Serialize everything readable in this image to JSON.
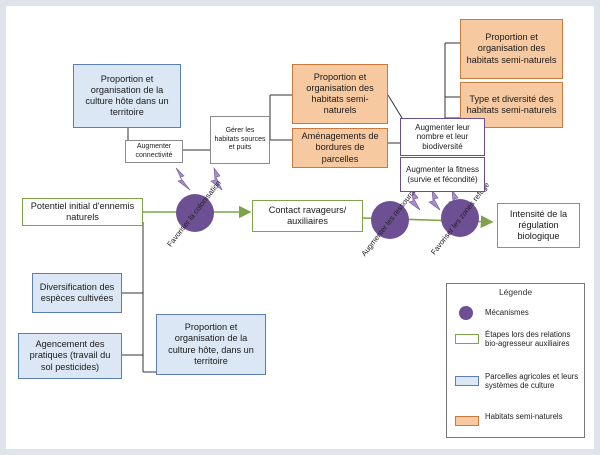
{
  "nodes": {
    "blue_top": "Proportion et organisation de la culture hôte dans un territoire",
    "augmenter_connectivite": "Augmenter connectivité",
    "gerer_habitats": "Gérer les habitats sources et puits",
    "orange_mid": "Proportion et organisation des habitats semi-naturels",
    "amenagements": "Aménagements de bordures de parcelles",
    "orange_top_right": "Proportion et organisation des habitats semi-naturels",
    "type_diversite": "Type et diversité des habitats semi-naturels",
    "augmenter_nombre": "Augmenter leur nombre et leur biodiversité",
    "augmenter_fitness": "Augmenter la fitness (survie et fécondité)",
    "potentiel": "Potentiel initial d'ennemis naturels",
    "contact": "Contact ravageurs/ auxiliaires",
    "intensite": "Intensité de la régulation biologique",
    "diversification": "Diversification des espèces cultivées",
    "agencement": "Agencement des pratiques (travail du sol pesticides)",
    "blue_bottom": "Proportion et organisation de la culture hôte, dans un territoire"
  },
  "mechanisms": {
    "m1": "Favoriser la colonisation",
    "m2": "Augmenter les ressources",
    "m3": "Favoriser les zones refuge"
  },
  "legend": {
    "title": "Légende",
    "items": [
      {
        "label": "Mécanismes"
      },
      {
        "label": "Étapes lors des relations bio-agresseur auxiliaires"
      },
      {
        "label": "Parcelles agricoles et leurs systèmes de culture"
      },
      {
        "label": "Habitats semi-naturels"
      }
    ]
  },
  "colors": {
    "mechanism": "#6d4f94",
    "lightning": "#a68fc9",
    "green_border": "#7ea34a",
    "blue_fill": "#dbe7f5",
    "orange_fill": "#f7c9a1"
  }
}
